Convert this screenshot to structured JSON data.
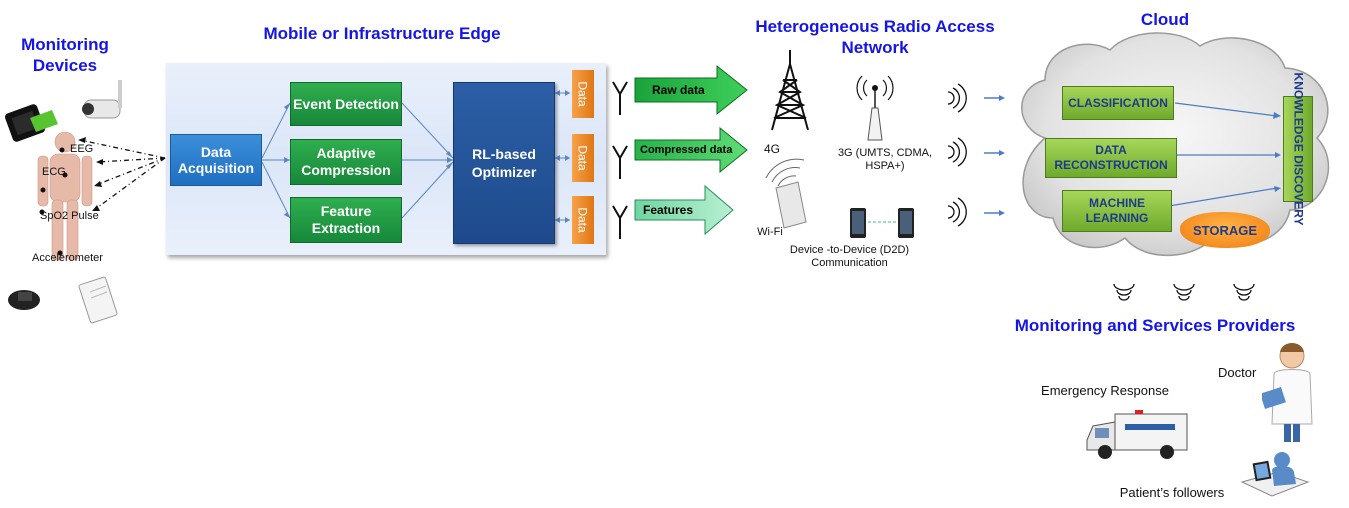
{
  "titles": {
    "monitoring_devices": "Monitoring Devices",
    "edge": "Mobile or Infrastructure Edge",
    "radio_access": "Heterogeneous Radio Access Network",
    "cloud": "Cloud",
    "providers": "Monitoring and Services Providers"
  },
  "sensors": {
    "eeg": "EEG",
    "ecg": "ECG",
    "spo2_pulse": "SpO2 Pulse",
    "accelerometer": "Accelerometer"
  },
  "edge": {
    "data_acquisition": "Data Acquisition",
    "event_detection": "Event Detection",
    "adaptive_compression": "Adaptive Compression",
    "feature_extraction": "Feature Extraction",
    "optimizer": "RL-based Optimizer",
    "data_tab": "Data"
  },
  "flows": {
    "raw": "Raw data",
    "compressed": "Compressed data",
    "features": "Features"
  },
  "network": {
    "4g": "4G",
    "3g": "3G (UMTS, CDMA, HSPA+)",
    "wifi": "Wi-Fi",
    "d2d": "Device -to-Device (D2D) Communication"
  },
  "cloud": {
    "classification": "CLASSIFICATION",
    "data_reconstruction": "DATA RECONSTRUCTION",
    "machine_learning": "MACHINE LEARNING",
    "knowledge_discovery": "KNOWLEDGE DISCOVERY",
    "storage": "STORAGE"
  },
  "providers": {
    "doctor": "Doctor",
    "emergency": "Emergency Response",
    "followers": "Patient’s followers"
  },
  "colors": {
    "title_blue": "#1515e6",
    "edge_green": "#17883a",
    "optimizer_blue": "#1e4a8c",
    "data_orange": "#e07612",
    "cloud_green": "#6faa2c"
  }
}
